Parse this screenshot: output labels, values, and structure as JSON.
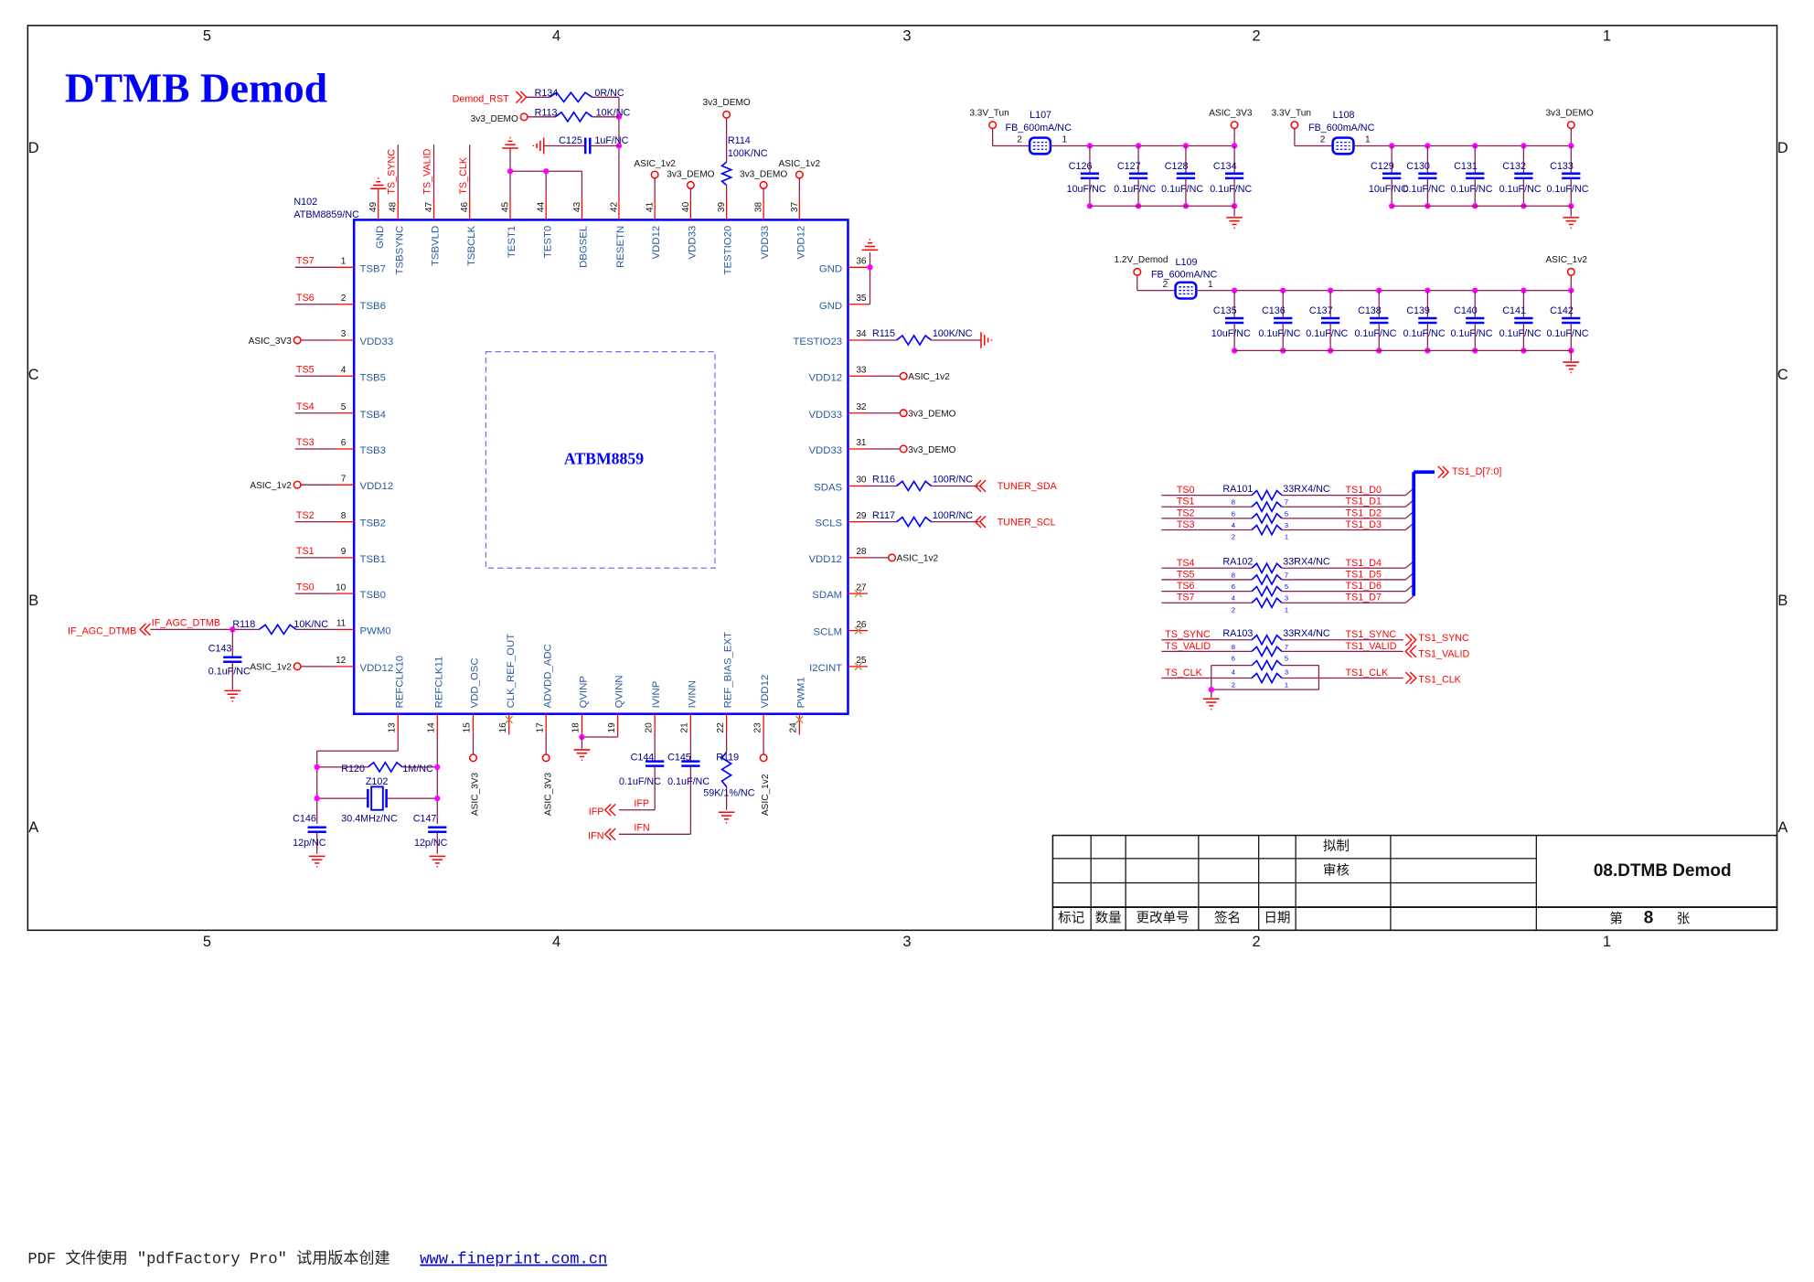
{
  "title": "DTMB Demod",
  "zones": {
    "cols": [
      "5",
      "4",
      "3",
      "2",
      "1"
    ],
    "rows": [
      "D",
      "C",
      "B",
      "A"
    ]
  },
  "chip": {
    "ref": "N102",
    "part": "ATBM8859/NC",
    "name": "ATBM8859",
    "left": [
      {
        "num": "1",
        "name": "TSB7",
        "net": "TS7"
      },
      {
        "num": "2",
        "name": "TSB6",
        "net": "TS6"
      },
      {
        "num": "3",
        "name": "VDD33",
        "net": "ASIC_3V3"
      },
      {
        "num": "4",
        "name": "TSB5",
        "net": "TS5"
      },
      {
        "num": "5",
        "name": "TSB4",
        "net": "TS4"
      },
      {
        "num": "6",
        "name": "TSB3",
        "net": "TS3"
      },
      {
        "num": "7",
        "name": "VDD12",
        "net": "ASIC_1v2"
      },
      {
        "num": "8",
        "name": "TSB2",
        "net": "TS2"
      },
      {
        "num": "9",
        "name": "TSB1",
        "net": "TS1"
      },
      {
        "num": "10",
        "name": "TSB0",
        "net": "TS0"
      },
      {
        "num": "11",
        "name": "PWM0"
      },
      {
        "num": "12",
        "name": "VDD12",
        "net": "ASIC_1v2"
      }
    ],
    "top": [
      {
        "num": "49",
        "name": "GND"
      },
      {
        "num": "48",
        "name": "TSBSYNC",
        "net": "TS_SYNC"
      },
      {
        "num": "47",
        "name": "TSBVLD",
        "net": "TS_VALID"
      },
      {
        "num": "46",
        "name": "TSBCLK",
        "net": "TS_CLK"
      },
      {
        "num": "45",
        "name": "TEST1"
      },
      {
        "num": "44",
        "name": "TEST0"
      },
      {
        "num": "43",
        "name": "DBGSEL"
      },
      {
        "num": "42",
        "name": "RESETN"
      },
      {
        "num": "41",
        "name": "VDD12",
        "net": "ASIC_1v2"
      },
      {
        "num": "40",
        "name": "VDD33",
        "net": "3v3_DEMO"
      },
      {
        "num": "39",
        "name": "TESTIO20"
      },
      {
        "num": "38",
        "name": "VDD33",
        "net": "3v3_DEMO"
      },
      {
        "num": "37",
        "name": "VDD12",
        "net": "ASIC_1v2"
      }
    ],
    "right": [
      {
        "num": "36",
        "name": "GND"
      },
      {
        "num": "35",
        "name": "GND"
      },
      {
        "num": "34",
        "name": "TESTIO23"
      },
      {
        "num": "33",
        "name": "VDD12",
        "net": "ASIC_1v2"
      },
      {
        "num": "32",
        "name": "VDD33",
        "net": "3v3_DEMO"
      },
      {
        "num": "31",
        "name": "VDD33",
        "net": "3v3_DEMO"
      },
      {
        "num": "30",
        "name": "SDAS"
      },
      {
        "num": "29",
        "name": "SCLS"
      },
      {
        "num": "28",
        "name": "VDD12",
        "net": "ASIC_1v2"
      },
      {
        "num": "27",
        "name": "SDAM"
      },
      {
        "num": "26",
        "name": "SCLM"
      },
      {
        "num": "25",
        "name": "I2CINT"
      }
    ],
    "bottom": [
      {
        "num": "13",
        "name": "REFCLK10"
      },
      {
        "num": "14",
        "name": "REFCLK11"
      },
      {
        "num": "15",
        "name": "VDD_OSC",
        "net": "ASIC_3V3"
      },
      {
        "num": "16",
        "name": "CLK_REF_OUT"
      },
      {
        "num": "17",
        "name": "ADVDD_ADC",
        "net": "ASIC_3V3"
      },
      {
        "num": "18",
        "name": "QVINP"
      },
      {
        "num": "19",
        "name": "QVINN"
      },
      {
        "num": "20",
        "name": "IVINP"
      },
      {
        "num": "21",
        "name": "IVINN"
      },
      {
        "num": "22",
        "name": "REF_BIAS_EXT"
      },
      {
        "num": "23",
        "name": "VDD12",
        "net": "ASIC_1v2"
      },
      {
        "num": "24",
        "name": "PWM1"
      }
    ]
  },
  "components": {
    "r134": {
      "ref": "R134",
      "value": "0R/NC",
      "net": "Demod_RST"
    },
    "r113": {
      "ref": "R113",
      "value": "10K/NC",
      "net": "3v3_DEMO"
    },
    "c125": {
      "ref": "C125",
      "value": "1uF/NC"
    },
    "r114": {
      "ref": "R114",
      "value": "100K/NC",
      "net": "3v3_DEMO"
    },
    "r115": {
      "ref": "R115",
      "value": "100K/NC"
    },
    "r116": {
      "ref": "R116",
      "value": "100R/NC",
      "net": "TUNER_SDA"
    },
    "r117": {
      "ref": "R117",
      "value": "100R/NC",
      "net": "TUNER_SCL"
    },
    "r118": {
      "ref": "R118",
      "value": "10K/NC",
      "net": "IF_AGC_DTMB",
      "port": "IF_AGC_DTMB"
    },
    "c143": {
      "ref": "C143",
      "value": "0.1uF/NC"
    },
    "r120": {
      "ref": "R120",
      "value": "1M/NC"
    },
    "z102": {
      "ref": "Z102",
      "value": "30.4MHz/NC"
    },
    "c146": {
      "ref": "C146",
      "value": "12p/NC"
    },
    "c147": {
      "ref": "C147",
      "value": "12p/NC"
    },
    "c144": {
      "ref": "C144",
      "value": "0.1uF/NC",
      "net": "IFP",
      "port": "IFP"
    },
    "c145": {
      "ref": "C145",
      "value": "0.1uF/NC",
      "net": "IFN",
      "port": "IFN"
    },
    "r119": {
      "ref": "R119",
      "value": "59K/1%/NC"
    }
  },
  "power_filters": [
    {
      "in": "3.3V_Tun",
      "out": "ASIC_3V3",
      "ferrite": {
        "ref": "L107",
        "value": "FB_600mA/NC",
        "pin2": "2",
        "pin1": "1"
      },
      "caps": [
        {
          "ref": "C126",
          "value": "10uF/NC"
        },
        {
          "ref": "C127",
          "value": "0.1uF/NC"
        },
        {
          "ref": "C128",
          "value": "0.1uF/NC"
        },
        {
          "ref": "C134",
          "value": "0.1uF/NC"
        }
      ]
    },
    {
      "in": "3.3V_Tun",
      "out": "3v3_DEMO",
      "ferrite": {
        "ref": "L108",
        "value": "FB_600mA/NC",
        "pin2": "2",
        "pin1": "1"
      },
      "caps": [
        {
          "ref": "C129",
          "value": "10uF/NC"
        },
        {
          "ref": "C130",
          "value": "0.1uF/NC"
        },
        {
          "ref": "C131",
          "value": "0.1uF/NC"
        },
        {
          "ref": "C132",
          "value": "0.1uF/NC"
        },
        {
          "ref": "C133",
          "value": "0.1uF/NC"
        }
      ]
    },
    {
      "in": "1.2V_Demod",
      "out": "ASIC_1v2",
      "ferrite": {
        "ref": "L109",
        "value": "FB_600mA/NC",
        "pin2": "2",
        "pin1": "1"
      },
      "caps": [
        {
          "ref": "C135",
          "value": "10uF/NC"
        },
        {
          "ref": "C136",
          "value": "0.1uF/NC"
        },
        {
          "ref": "C137",
          "value": "0.1uF/NC"
        },
        {
          "ref": "C138",
          "value": "0.1uF/NC"
        },
        {
          "ref": "C139",
          "value": "0.1uF/NC"
        },
        {
          "ref": "C140",
          "value": "0.1uF/NC"
        },
        {
          "ref": "C141",
          "value": "0.1uF/NC"
        },
        {
          "ref": "C142",
          "value": "0.1uF/NC"
        }
      ]
    }
  ],
  "res_arrays": [
    {
      "ref": "RA101",
      "value": "33RX4/NC",
      "pins_left": [
        "8",
        "6",
        "4",
        "2"
      ],
      "pins_right": [
        "7",
        "5",
        "3",
        "1"
      ],
      "rows": [
        {
          "in": "TS0",
          "out": "TS1_D0"
        },
        {
          "in": "TS1",
          "out": "TS1_D1"
        },
        {
          "in": "TS2",
          "out": "TS1_D2"
        },
        {
          "in": "TS3",
          "out": "TS1_D3"
        }
      ]
    },
    {
      "ref": "RA102",
      "value": "33RX4/NC",
      "pins_left": [
        "8",
        "6",
        "4",
        "2"
      ],
      "pins_right": [
        "7",
        "5",
        "3",
        "1"
      ],
      "rows": [
        {
          "in": "TS4",
          "out": "TS1_D4"
        },
        {
          "in": "TS5",
          "out": "TS1_D5"
        },
        {
          "in": "TS6",
          "out": "TS1_D6"
        },
        {
          "in": "TS7",
          "out": "TS1_D7"
        }
      ]
    },
    {
      "ref": "RA103",
      "value": "33RX4/NC",
      "pins_left": [
        "8",
        "6",
        "4",
        "2"
      ],
      "pins_right": [
        "7",
        "5",
        "3",
        "1"
      ],
      "rows": [
        {
          "in": "TS_SYNC",
          "out": "TS1_SYNC",
          "port": "TS1_SYNC"
        },
        {
          "in": "TS_VALID",
          "out": "TS1_VALID",
          "port": "TS1_VALID"
        },
        {
          "in": "TS_CLK",
          "out": "TS1_CLK",
          "port": "TS1_CLK"
        }
      ]
    }
  ],
  "bus_label": "TS1_D[7:0]",
  "title_block": {
    "drawn": "拟制",
    "checked": "审核",
    "columns": [
      "标记",
      "数量",
      "更改单号",
      "签名",
      "日期"
    ],
    "sheet_title": "08.DTMB Demod",
    "sheet_prefix": "第",
    "sheet_number": "8",
    "sheet_suffix": "张"
  },
  "footer": {
    "text": "PDF 文件使用 \"pdfFactory Pro\" 试用版本创建",
    "link": "www.fineprint.com.cn"
  }
}
